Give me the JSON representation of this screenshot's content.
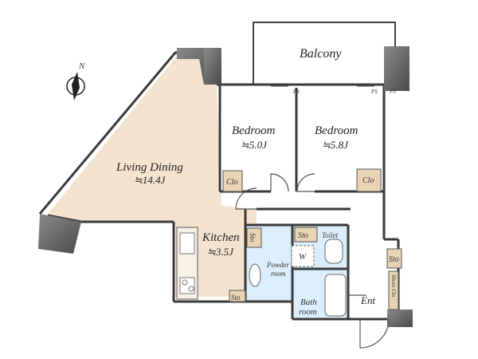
{
  "compass": {
    "label": "N"
  },
  "rooms": {
    "balcony": {
      "name": "Balcony"
    },
    "living": {
      "name": "Living Dining",
      "size": "≒14.4J"
    },
    "bedroom1": {
      "name": "Bedroom",
      "size": "≒5.0J"
    },
    "bedroom2": {
      "name": "Bedroom",
      "size": "≒5.8J"
    },
    "kitchen": {
      "name": "Kitchen",
      "size": "≒3.5J"
    },
    "powder": {
      "name_line1": "Powder",
      "name_line2": "room"
    },
    "bath": {
      "name_line1": "Bath",
      "name_line2": "room"
    },
    "toilet": {
      "name": "Toilet"
    },
    "entrance": {
      "name": "Ent"
    }
  },
  "storage": {
    "clo1": "Clo",
    "clo2": "Clo",
    "sto_kitchen": "Sto",
    "sto_kitchen_bottom": "Sto",
    "sto_toilet": "Sto",
    "sto_ent": "Sto",
    "shoes": "Shoes Clo"
  },
  "fixtures": {
    "ps1": "PS",
    "ps2": "PS",
    "ps3": "PS",
    "washer": "W"
  },
  "colors": {
    "living_floor": "#f4e3cf",
    "wet_area": "#dceefb",
    "wall": "#3a3a3a",
    "column": "#6f6f6f"
  }
}
